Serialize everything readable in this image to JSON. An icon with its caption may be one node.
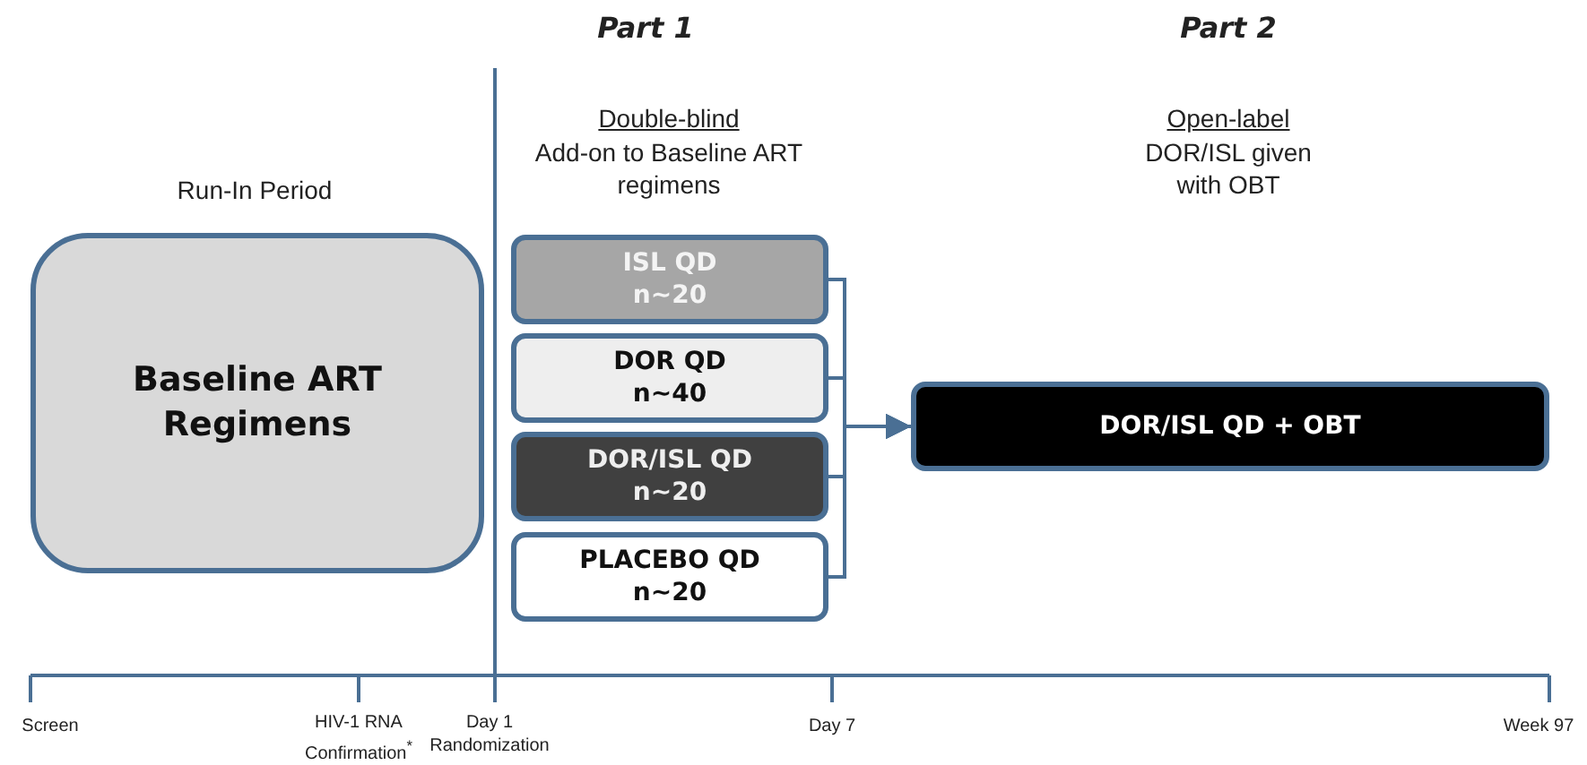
{
  "diagram": {
    "nodes": [
      {
        "text": [
          "Baseline ART Regimens"
        ]
      },
      {
        "text": [
          "ISL QD",
          "n~20"
        ]
      },
      {
        "text": [
          "DOR QD",
          "n~40"
        ]
      },
      {
        "text": [
          "DOR/ISL QD",
          "n~20"
        ]
      },
      {
        "text": [
          "PLACEBO QD",
          "n~20"
        ]
      },
      {
        "text": [
          "DOR/ISL QD + OBT"
        ]
      }
    ],
    "edges": [
      {
        "from": 1,
        "to": 5,
        "arrow": "to"
      },
      {
        "from": 2,
        "to": 5,
        "arrow": "to"
      },
      {
        "from": 3,
        "to": 5,
        "arrow": "to"
      },
      {
        "from": 4,
        "to": 5,
        "arrow": "to"
      }
    ],
    "labels": [
      "Part 1",
      "Part 2",
      "Run-In Period",
      "Double-blind",
      "Add-on to Baseline ART regimens",
      "Open-label",
      "DOR/ISL given with OBT",
      "Screen",
      "HIV-1 RNA Confirmation$^{*}$",
      "Day 1 Randomization",
      "Day 7",
      "Week 97"
    ]
  }
}
